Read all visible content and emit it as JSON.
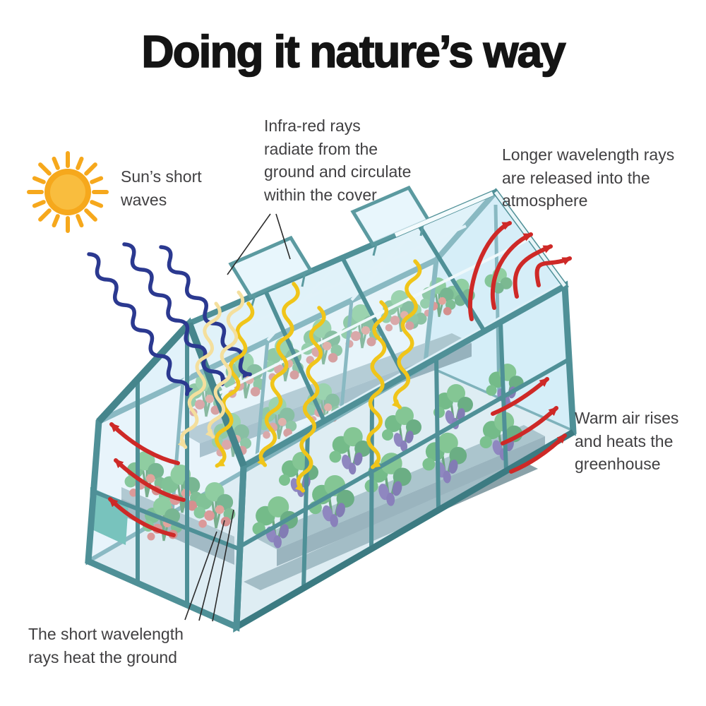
{
  "title": "Doing it nature’s way",
  "annotations": {
    "suns_short_waves": "Sun’s short\nwaves",
    "infra_red": "Infra-red rays\nradiate from the\nground and circulate\nwithin the cover",
    "longer_wavelength": "Longer wavelength rays\nare released into the\natmosphere",
    "warm_air": "Warm air rises\nand heats the\ngreenhouse",
    "short_wavelength": "The short wavelength\nrays heat the ground"
  },
  "colors": {
    "background": "#ffffff",
    "title_text": "#141414",
    "label_text": "#414042",
    "sun_body": "#f6a81c",
    "sun_center": "#f9bd3e",
    "short_wave_arrow": "#2b3990",
    "infrared_arrow": "#f0c51a",
    "infrared_arrow_pale": "#f4df9d",
    "released_arrow": "#ce2927",
    "frame_teal": "#4f9097",
    "frame_teal_dark": "#3c7b82",
    "glass_blue": "#cfe9f4",
    "glass_white": "#eef8fb",
    "plant_green": "#43a047",
    "tomato_red": "#e2574c",
    "eggplant_purple": "#6a4b9f",
    "planter_grey": "#90a9af",
    "floor_grey": "#e8eff1",
    "grass_teal": "#2fa38d",
    "pointer_line": "#2b2b2b"
  }
}
